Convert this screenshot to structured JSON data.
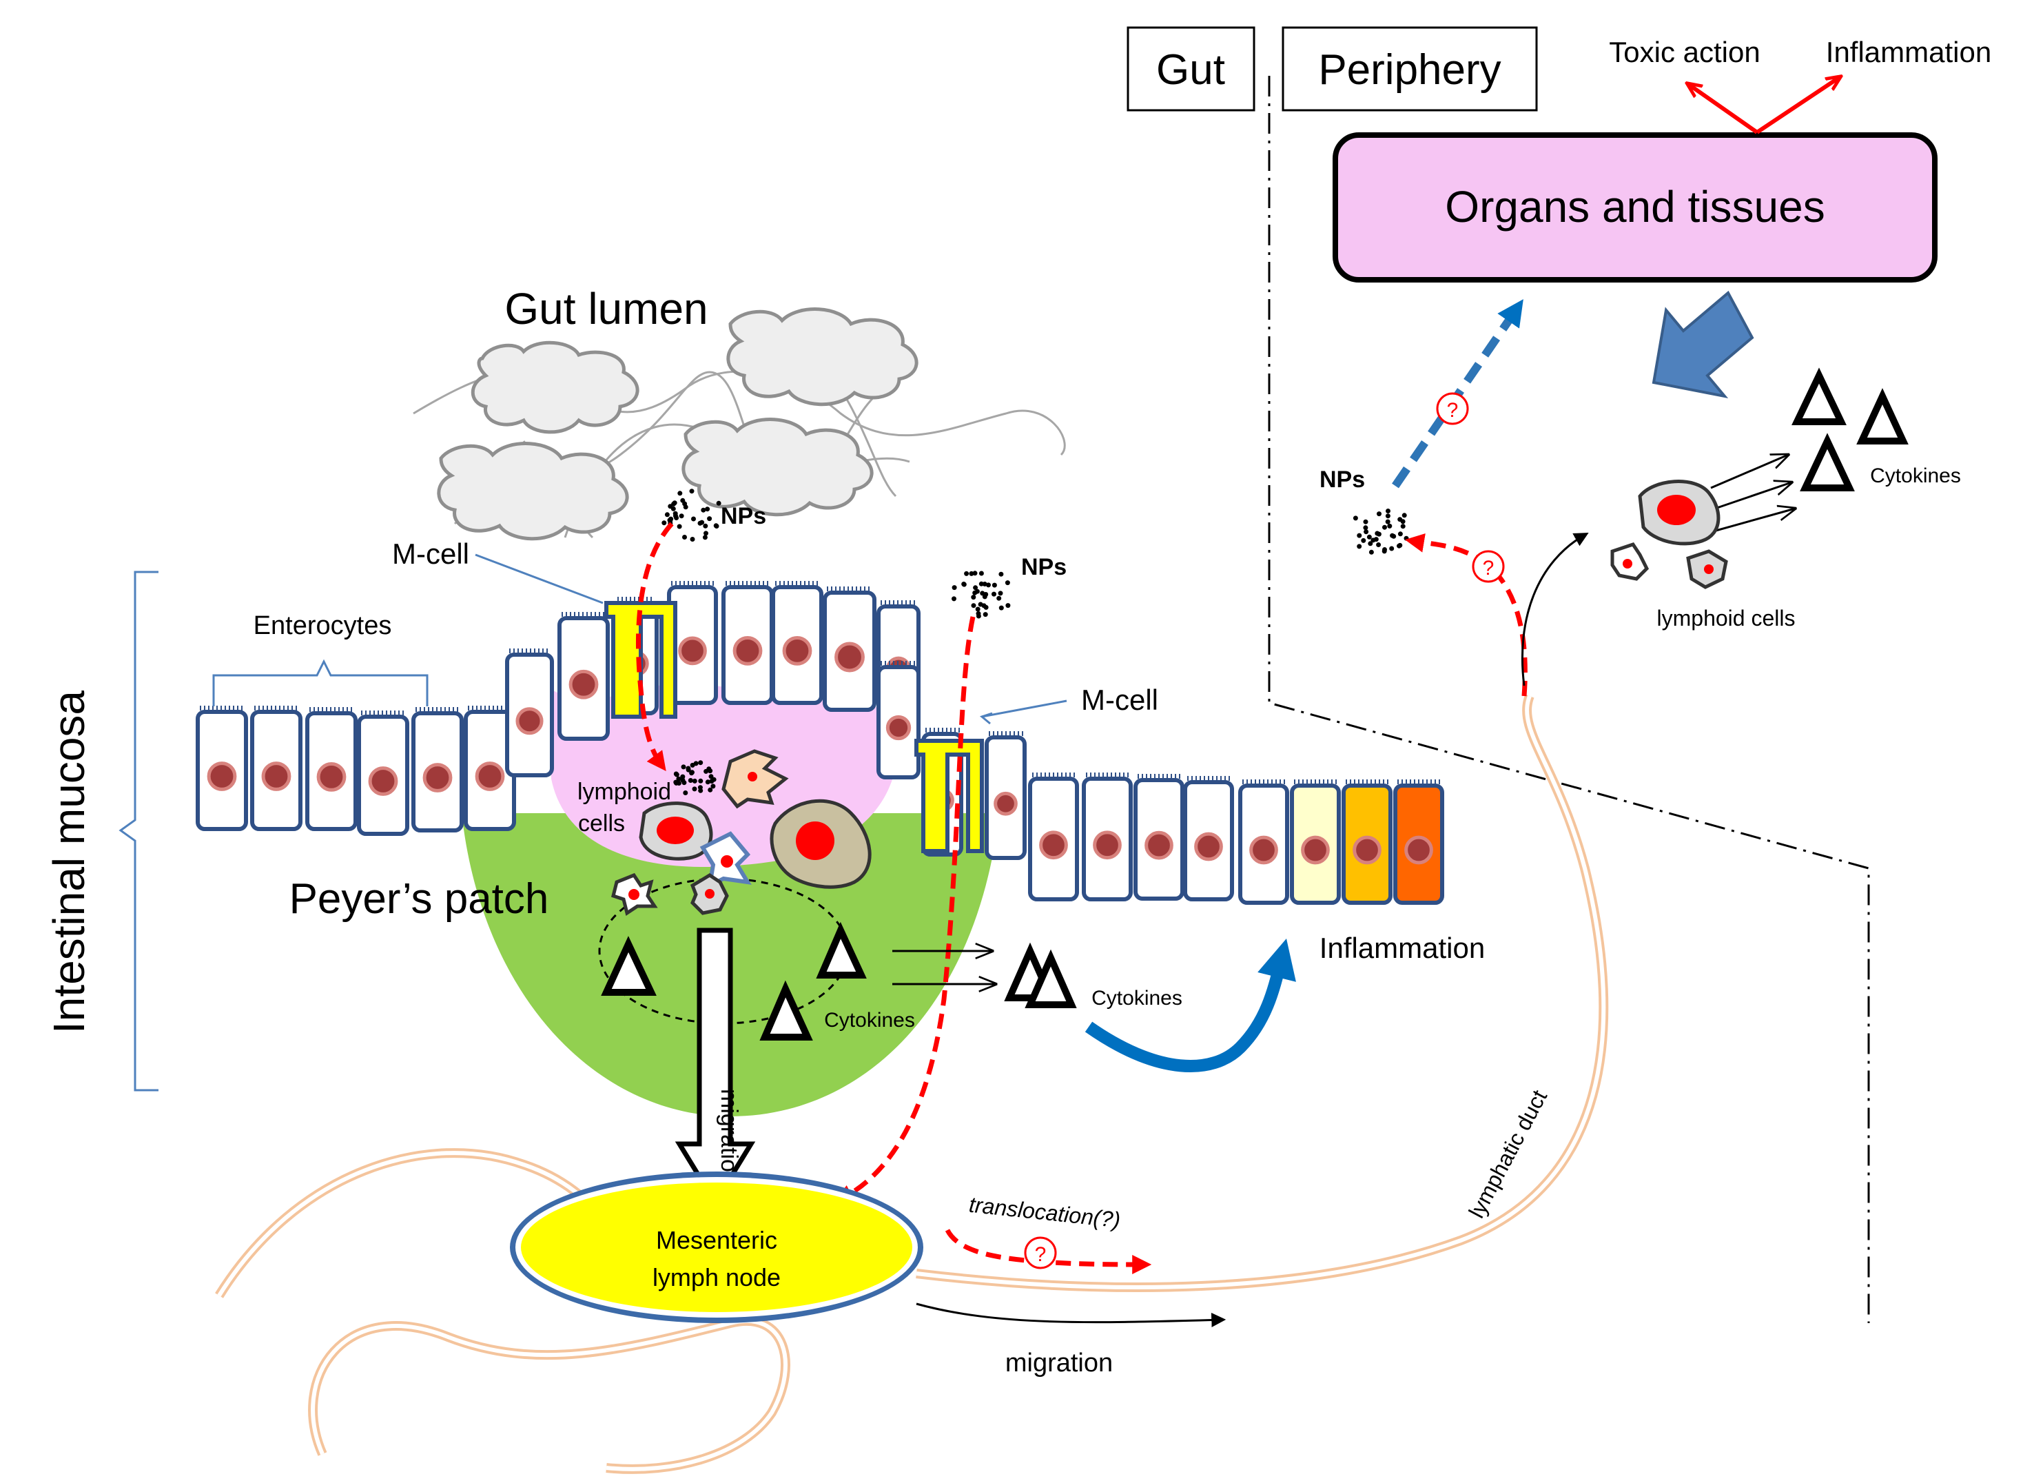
{
  "regions": {
    "gut": "Gut",
    "periphery": "Periphery"
  },
  "labels": {
    "gut_lumen": "Gut lumen",
    "intestinal_mucosa": "Intestinal mucosa",
    "enterocytes": "Enterocytes",
    "m_cell_left": "M-cell",
    "m_cell_right": "M-cell",
    "nps_left": "NPs",
    "nps_center": "NPs",
    "nps_right": "NPs",
    "lymphoid_cells_patch_1": "lymphoid",
    "lymphoid_cells_patch_2": "cells",
    "peyers_patch": "Peyer’s patch",
    "cytokines_patch": "Cytokines",
    "cytokines_outside": "Cytokines",
    "cytokines_periphery": "Cytokines",
    "inflammation_gut": "Inflammation",
    "migration_vertical": "migration",
    "mesenteric_1": "Mesenteric",
    "mesenteric_2": "lymph node",
    "translocation": "translocation(?)",
    "migration_bottom": "migration",
    "lymphatic_duct": "lymphatic duct",
    "organs_and_tissues": "Organs and tissues",
    "toxic_action": "Toxic action",
    "inflammation_periphery": "Inflammation",
    "lymphoid_cells_periphery": "lymphoid cells",
    "question_mark": "?"
  },
  "colors": {
    "cell_border": "#2f4f86",
    "nucleus": "#a03a3a",
    "peyers_patch": "#92d050",
    "lymphoid_region": "#f9c8f7",
    "m_cell": "#ffff00",
    "lymph_node": "#ffff00",
    "organs_box": "#f6c5f3",
    "red_arrow": "#ff0000",
    "blue_arrow": "#0070c0",
    "big_blue_arrow": "#4f81bd",
    "duct": "#f4c49c",
    "inflamed_1": "#ffffcc",
    "inflamed_2": "#ffc000",
    "inflamed_3": "#ff6600"
  }
}
